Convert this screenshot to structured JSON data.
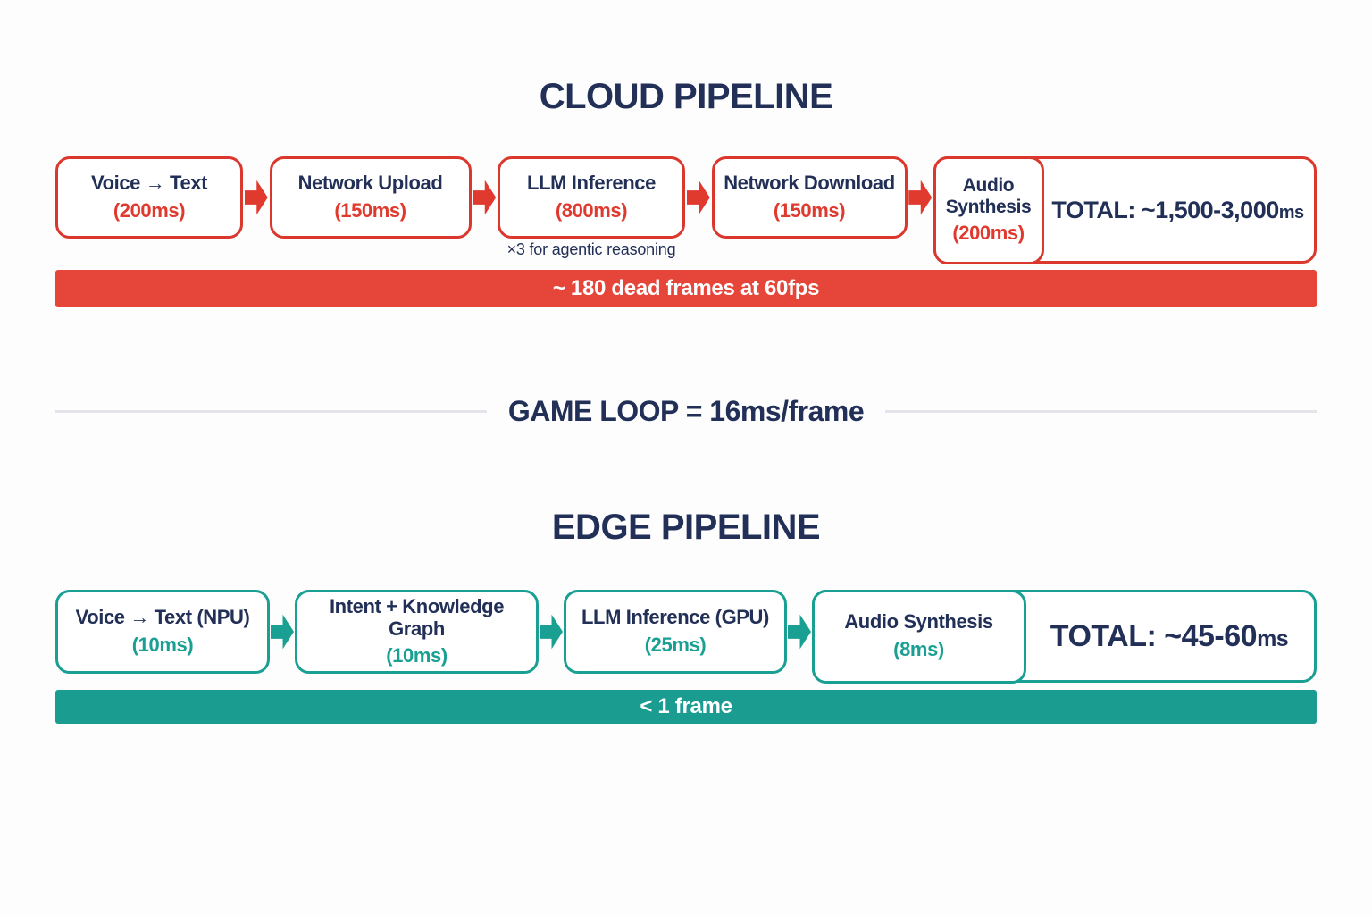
{
  "colors": {
    "navy_text": "#223058",
    "red_accent": "#e0392e",
    "red_banner": "#e64539",
    "teal_accent": "#1aa093",
    "teal_banner": "#1b9c90",
    "divider_gray": "#e3e5ea",
    "background": "#fdfdfd"
  },
  "cloud": {
    "title": "CLOUD PIPELINE",
    "steps": [
      {
        "name": "Voice → Text",
        "time": "(200ms)"
      },
      {
        "name": "Network Upload",
        "time": "(150ms)"
      },
      {
        "name": "LLM Inference",
        "time": "(800ms)",
        "note": "×3 for agentic reasoning"
      },
      {
        "name": "Network Download",
        "time": "(150ms)"
      },
      {
        "name": "Audio Synthesis",
        "time": "(200ms)"
      }
    ],
    "total": {
      "main": "TOTAL: ~1,500-3,000",
      "unit": "ms"
    },
    "banner": "~ 180 dead frames at 60fps"
  },
  "divider": {
    "label": "GAME LOOP = 16ms/frame"
  },
  "edge": {
    "title": "EDGE PIPELINE",
    "steps": [
      {
        "name": "Voice → Text (NPU)",
        "time": "(10ms)"
      },
      {
        "name": "Intent + Knowledge Graph",
        "time": "(10ms)"
      },
      {
        "name": "LLM Inference (GPU)",
        "time": "(25ms)"
      },
      {
        "name": "Audio Synthesis",
        "time": "(8ms)"
      }
    ],
    "total": {
      "main": "TOTAL: ~45-60",
      "unit": "ms"
    },
    "banner": "< 1 frame"
  }
}
